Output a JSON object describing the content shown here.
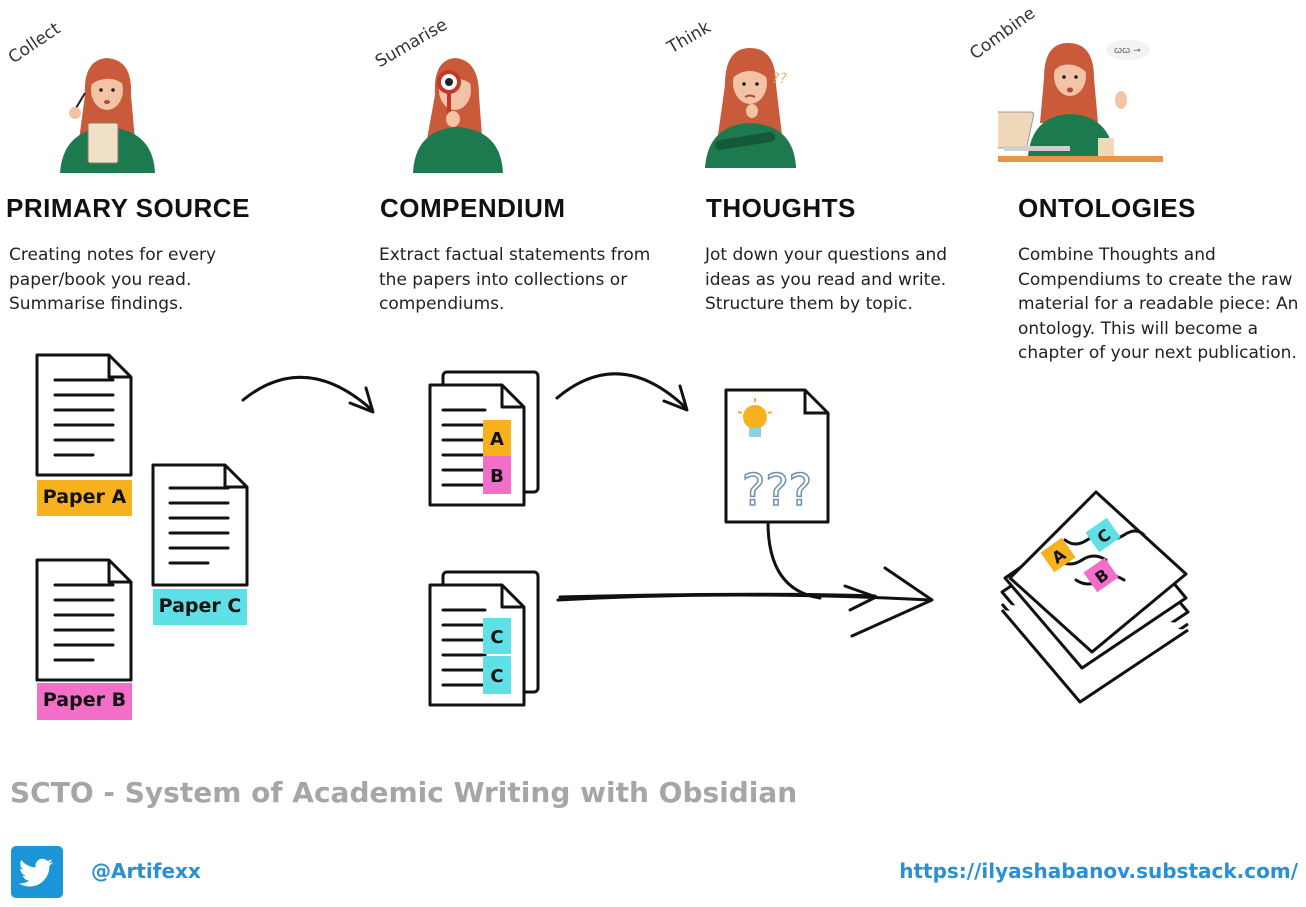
{
  "columns": [
    {
      "step": "Collect",
      "heading": "PRIMARY SOURCE",
      "desc": [
        "Creating notes for every",
        "paper/book you read.",
        "Summarise findings."
      ]
    },
    {
      "step": "Sumarise",
      "heading": "COMPENDIUM",
      "desc": [
        "Extract factual statements from",
        "the papers into collections or",
        "compendiums."
      ]
    },
    {
      "step": "Think",
      "heading": "THOUGHTS",
      "desc": [
        "Jot down your questions and",
        "ideas as you read and write.",
        "Structure them by topic."
      ]
    },
    {
      "step": "Combine",
      "heading": "ONTOLOGIES",
      "desc": [
        "Combine Thoughts and",
        "Compendiums to create the raw",
        "material for a readable piece: An",
        "ontology. This will become a",
        "chapter of your next publication."
      ]
    }
  ],
  "papers": {
    "a": "Paper A",
    "b": "Paper B",
    "c": "Paper C"
  },
  "tabs": {
    "a": "A",
    "b": "B",
    "c": "C",
    "question_marks": "???"
  },
  "footer": {
    "title": "SCTO - System of Academic Writing with Obsidian",
    "handle": "@Artifexx",
    "url": "https://ilyashabanov.substack.com/"
  },
  "colors": {
    "orange": "#f7b11f",
    "pink": "#f26ec8",
    "cyan": "#5fe0e6",
    "twitter": "#1b95d6",
    "link": "#2a8fd3",
    "shirt": "#1d7a4e",
    "hair": "#c95a3a"
  },
  "icons": [
    "pencil-icon",
    "magnifier-icon",
    "lightbulb-icon",
    "laptop-icon",
    "twitter-bird-icon"
  ]
}
